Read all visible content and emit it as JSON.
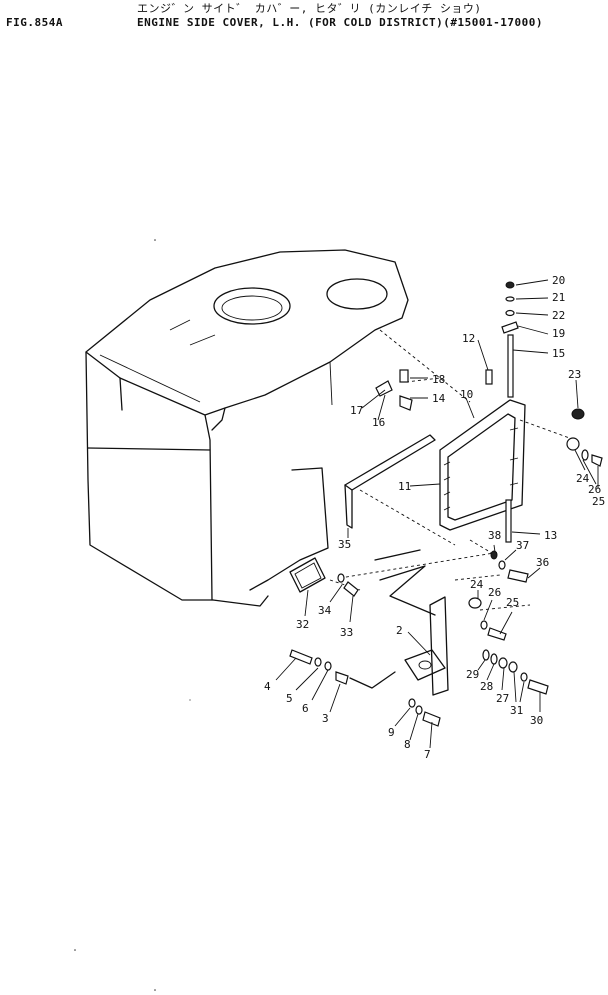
{
  "header": {
    "fig_label": "FIG.854A",
    "title_jp": "エンジ゛ン サイト゛ カハ゛ー, ヒタ゛リ (カンレイチ ショウ)",
    "title_en": "ENGINE SIDE COVER, L.H. (FOR COLD DISTRICT)(#15001-17000)"
  },
  "callouts": [
    "20",
    "21",
    "22",
    "19",
    "15",
    "12",
    "18",
    "14",
    "17",
    "16",
    "10",
    "23",
    "11",
    "24",
    "26",
    "25",
    "13",
    "38",
    "37",
    "36",
    "35",
    "24",
    "26",
    "25",
    "32",
    "34",
    "33",
    "2",
    "29",
    "28",
    "27",
    "31",
    "30",
    "4",
    "5",
    "6",
    "3",
    "9",
    "8",
    "7"
  ]
}
